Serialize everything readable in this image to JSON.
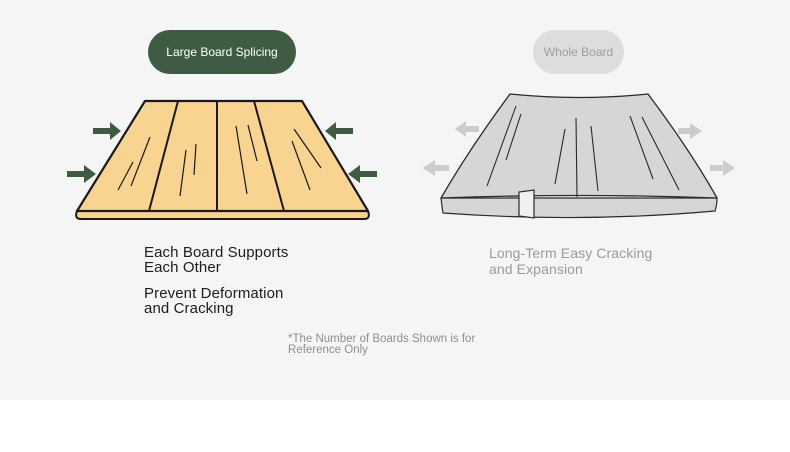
{
  "left": {
    "badge": "Large Board Splicing",
    "caption_a_line1": "Each Board Supports",
    "caption_a_line2": "Each Other",
    "caption_b_line1": "Prevent Deformation",
    "caption_b_line2": "and Cracking",
    "board_color": "#f9d390",
    "arrow_color": "#3f5c43"
  },
  "right": {
    "badge": "Whole Board",
    "caption_line1": "Long-Term Easy Cracking",
    "caption_line2": "and Expansion",
    "board_color": "#d6d6d6",
    "arrow_color": "#cccccc"
  },
  "note_line1": "*The Number of Boards Shown is for",
  "note_line2": "Reference Only"
}
